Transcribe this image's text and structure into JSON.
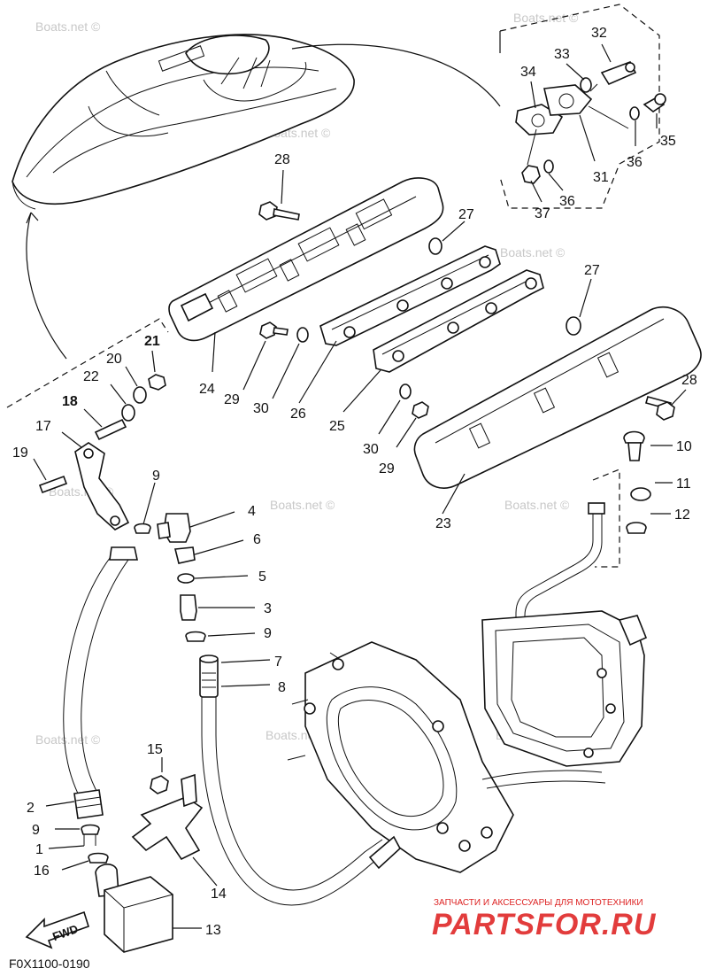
{
  "diagram": {
    "code": "F0X1100-0190",
    "fwd_label": "FWD",
    "watermark": "Boats.net ©",
    "brand_tagline": "ЗАПЧАСТИ И АКСЕССУАРЫ ДЛЯ МОТОТЕХНИКИ",
    "brand_name": "PARTSFOR.RU"
  },
  "callouts": [
    {
      "id": "c1",
      "label": "1",
      "bold": false
    },
    {
      "id": "c2",
      "label": "2",
      "bold": false
    },
    {
      "id": "c3",
      "label": "3",
      "bold": false
    },
    {
      "id": "c4",
      "label": "4",
      "bold": false
    },
    {
      "id": "c5",
      "label": "5",
      "bold": false
    },
    {
      "id": "c6",
      "label": "6",
      "bold": false
    },
    {
      "id": "c7",
      "label": "7",
      "bold": false
    },
    {
      "id": "c8",
      "label": "8",
      "bold": false
    },
    {
      "id": "c9a",
      "label": "9",
      "bold": false
    },
    {
      "id": "c9b",
      "label": "9",
      "bold": false
    },
    {
      "id": "c9c",
      "label": "9",
      "bold": false
    },
    {
      "id": "c10",
      "label": "10",
      "bold": false
    },
    {
      "id": "c11",
      "label": "11",
      "bold": false
    },
    {
      "id": "c12",
      "label": "12",
      "bold": false
    },
    {
      "id": "c13",
      "label": "13",
      "bold": false
    },
    {
      "id": "c14",
      "label": "14",
      "bold": false
    },
    {
      "id": "c15",
      "label": "15",
      "bold": false
    },
    {
      "id": "c16",
      "label": "16",
      "bold": false
    },
    {
      "id": "c17",
      "label": "17",
      "bold": false
    },
    {
      "id": "c18",
      "label": "18",
      "bold": true
    },
    {
      "id": "c19",
      "label": "19",
      "bold": false
    },
    {
      "id": "c20",
      "label": "20",
      "bold": false
    },
    {
      "id": "c21",
      "label": "21",
      "bold": true
    },
    {
      "id": "c22",
      "label": "22",
      "bold": false
    },
    {
      "id": "c23",
      "label": "23",
      "bold": false
    },
    {
      "id": "c24",
      "label": "24",
      "bold": false
    },
    {
      "id": "c25",
      "label": "25",
      "bold": false
    },
    {
      "id": "c26",
      "label": "26",
      "bold": false
    },
    {
      "id": "c27a",
      "label": "27",
      "bold": false
    },
    {
      "id": "c27b",
      "label": "27",
      "bold": false
    },
    {
      "id": "c28a",
      "label": "28",
      "bold": false
    },
    {
      "id": "c28b",
      "label": "28",
      "bold": false
    },
    {
      "id": "c29a",
      "label": "29",
      "bold": false
    },
    {
      "id": "c29b",
      "label": "29",
      "bold": false
    },
    {
      "id": "c30a",
      "label": "30",
      "bold": false
    },
    {
      "id": "c30b",
      "label": "30",
      "bold": false
    },
    {
      "id": "c31",
      "label": "31",
      "bold": false
    },
    {
      "id": "c32",
      "label": "32",
      "bold": false
    },
    {
      "id": "c33",
      "label": "33",
      "bold": false
    },
    {
      "id": "c34",
      "label": "34",
      "bold": false
    },
    {
      "id": "c35",
      "label": "35",
      "bold": false
    },
    {
      "id": "c36a",
      "label": "36",
      "bold": false
    },
    {
      "id": "c36b",
      "label": "36",
      "bold": false
    },
    {
      "id": "c37",
      "label": "37",
      "bold": false
    }
  ]
}
